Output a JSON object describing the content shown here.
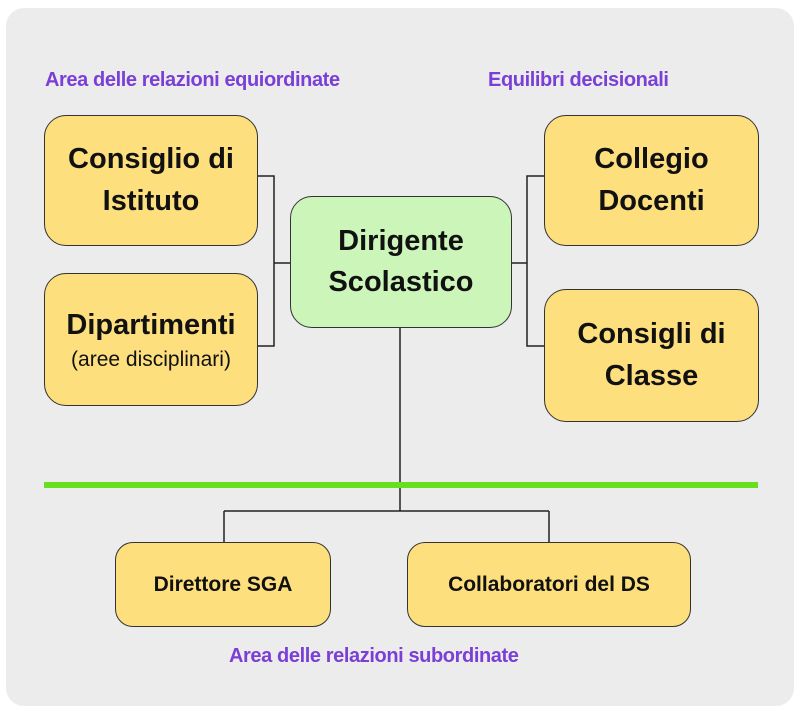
{
  "labels": {
    "equiordinate": "Area delle relazioni equiordinate",
    "decisionali": "Equilibri decisionali",
    "subordinate": "Area delle relazioni subordinate"
  },
  "nodes": {
    "consiglio_istituto": {
      "line1": "Consiglio di",
      "line2": "Istituto"
    },
    "dipartimenti": {
      "line1": "Dipartimenti",
      "sub": "(aree disciplinari)"
    },
    "dirigente": {
      "line1": "Dirigente",
      "line2": "Scolastico"
    },
    "collegio_docenti": {
      "line1": "Collegio",
      "line2": "Docenti"
    },
    "consigli_classe": {
      "line1": "Consigli di",
      "line2": "Classe"
    },
    "direttore_sga": {
      "line1": "Direttore SGA"
    },
    "collaboratori_ds": {
      "line1": "Collaboratori del DS"
    }
  },
  "colors": {
    "box_fill": "#fddf7e",
    "center_fill": "#ccf5ba",
    "divider": "#66e01e",
    "label_text": "#7a3fd6",
    "panel": "#ececec"
  }
}
